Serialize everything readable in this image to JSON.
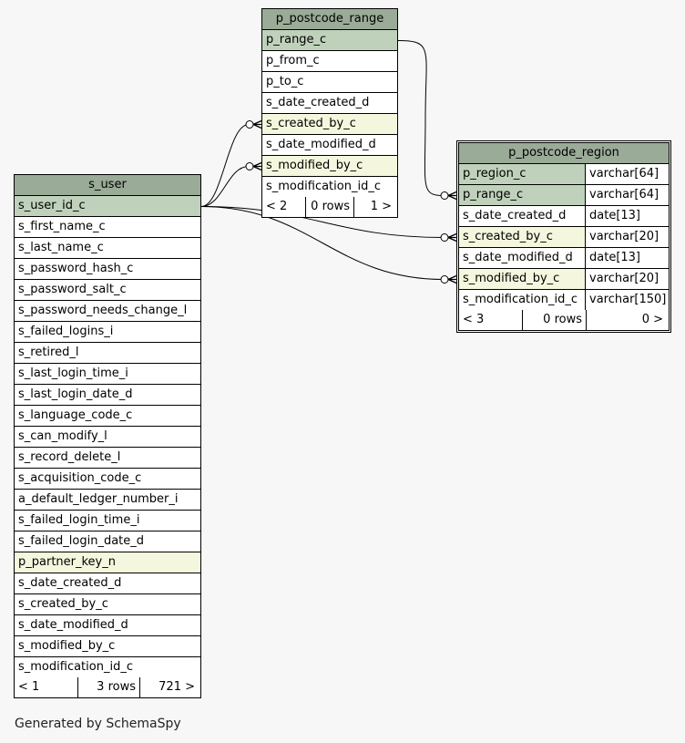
{
  "tables": {
    "s_user": {
      "name": "s_user",
      "columns": [
        {
          "name": "s_user_id_c",
          "kind": "pk"
        },
        {
          "name": "s_first_name_c",
          "kind": ""
        },
        {
          "name": "s_last_name_c",
          "kind": ""
        },
        {
          "name": "s_password_hash_c",
          "kind": ""
        },
        {
          "name": "s_password_salt_c",
          "kind": ""
        },
        {
          "name": "s_password_needs_change_l",
          "kind": ""
        },
        {
          "name": "s_failed_logins_i",
          "kind": ""
        },
        {
          "name": "s_retired_l",
          "kind": ""
        },
        {
          "name": "s_last_login_time_i",
          "kind": ""
        },
        {
          "name": "s_last_login_date_d",
          "kind": ""
        },
        {
          "name": "s_language_code_c",
          "kind": ""
        },
        {
          "name": "s_can_modify_l",
          "kind": ""
        },
        {
          "name": "s_record_delete_l",
          "kind": ""
        },
        {
          "name": "s_acquisition_code_c",
          "kind": ""
        },
        {
          "name": "a_default_ledger_number_i",
          "kind": ""
        },
        {
          "name": "s_failed_login_time_i",
          "kind": ""
        },
        {
          "name": "s_failed_login_date_d",
          "kind": ""
        },
        {
          "name": "p_partner_key_n",
          "kind": "fk"
        },
        {
          "name": "s_date_created_d",
          "kind": ""
        },
        {
          "name": "s_created_by_c",
          "kind": ""
        },
        {
          "name": "s_date_modified_d",
          "kind": ""
        },
        {
          "name": "s_modified_by_c",
          "kind": ""
        },
        {
          "name": "s_modification_id_c",
          "kind": ""
        }
      ],
      "footer": {
        "parents": "< 1",
        "rows": "3 rows",
        "children": "721 >"
      }
    },
    "p_postcode_range": {
      "name": "p_postcode_range",
      "columns": [
        {
          "name": "p_range_c",
          "kind": "pk"
        },
        {
          "name": "p_from_c",
          "kind": ""
        },
        {
          "name": "p_to_c",
          "kind": ""
        },
        {
          "name": "s_date_created_d",
          "kind": ""
        },
        {
          "name": "s_created_by_c",
          "kind": "fk"
        },
        {
          "name": "s_date_modified_d",
          "kind": ""
        },
        {
          "name": "s_modified_by_c",
          "kind": "fk"
        },
        {
          "name": "s_modification_id_c",
          "kind": ""
        }
      ],
      "footer": {
        "parents": "< 2",
        "rows": "0 rows",
        "children": "1 >"
      }
    },
    "p_postcode_region": {
      "name": "p_postcode_region",
      "columns": [
        {
          "name": "p_region_c",
          "type": "varchar[64]",
          "kind": "pk"
        },
        {
          "name": "p_range_c",
          "type": "varchar[64]",
          "kind": "pk"
        },
        {
          "name": "s_date_created_d",
          "type": "date[13]",
          "kind": ""
        },
        {
          "name": "s_created_by_c",
          "type": "varchar[20]",
          "kind": "fk"
        },
        {
          "name": "s_date_modified_d",
          "type": "date[13]",
          "kind": ""
        },
        {
          "name": "s_modified_by_c",
          "type": "varchar[20]",
          "kind": "fk"
        },
        {
          "name": "s_modification_id_c",
          "type": "varchar[150]",
          "kind": ""
        }
      ],
      "footer": {
        "parents": "< 3",
        "rows": "0 rows",
        "children": "0 >"
      }
    }
  },
  "relationships": [
    {
      "from_table": "s_user",
      "from_column": "s_user_id_c",
      "to_table": "p_postcode_range",
      "to_column": "s_created_by_c"
    },
    {
      "from_table": "s_user",
      "from_column": "s_user_id_c",
      "to_table": "p_postcode_range",
      "to_column": "s_modified_by_c"
    },
    {
      "from_table": "s_user",
      "from_column": "s_user_id_c",
      "to_table": "p_postcode_region",
      "to_column": "s_created_by_c"
    },
    {
      "from_table": "s_user",
      "from_column": "s_user_id_c",
      "to_table": "p_postcode_region",
      "to_column": "s_modified_by_c"
    },
    {
      "from_table": "p_postcode_range",
      "from_column": "p_range_c",
      "to_table": "p_postcode_region",
      "to_column": "p_range_c"
    }
  ],
  "colors": {
    "header": "#9aab98",
    "primary_key": "#bfd1bb",
    "foreign_key": "#f4f7dd",
    "background": "#f7f7f7"
  },
  "footer_text": "Generated by SchemaSpy"
}
